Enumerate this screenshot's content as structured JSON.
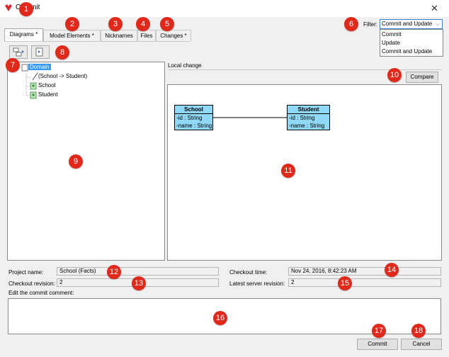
{
  "window": {
    "title": "Commit"
  },
  "tabs": [
    {
      "label": "Diagrams *"
    },
    {
      "label": "Model Elements *"
    },
    {
      "label": "Nicknames"
    },
    {
      "label": "Files"
    },
    {
      "label": "Changes *"
    }
  ],
  "filter": {
    "label": "Filter:",
    "value": "Commit and Update",
    "options": [
      "Commit",
      "Update",
      "Commit and Update"
    ]
  },
  "tree": {
    "root": "Domain",
    "children": [
      "(School -> Student)",
      "School",
      "Student"
    ]
  },
  "right_panel": {
    "header": "Local change",
    "compare_label": "Compare"
  },
  "diagram": {
    "classes": [
      {
        "name": "School",
        "attrs": [
          "-id : String",
          "-name : String"
        ]
      },
      {
        "name": "Student",
        "attrs": [
          "-id : String",
          "-name : String"
        ]
      }
    ]
  },
  "info": {
    "project_name_label": "Project name:",
    "project_name": "School (Facts)",
    "checkout_revision_label": "Checkout revision:",
    "checkout_revision": "2",
    "checkout_time_label": "Checkout time:",
    "checkout_time": "Nov 24, 2016, 8:42:23 AM",
    "latest_revision_label": "Latest server revision:",
    "latest_revision": "2"
  },
  "comment": {
    "label": "Edit the commit comment:",
    "value": ""
  },
  "buttons": {
    "commit": "Commit",
    "cancel": "Cancel"
  },
  "callouts": [
    "1",
    "2",
    "3",
    "4",
    "5",
    "6",
    "7",
    "8",
    "9",
    "10",
    "11",
    "12",
    "13",
    "14",
    "15",
    "16",
    "17",
    "18"
  ],
  "colors": {
    "callout": "#e0281b",
    "uml_fill": "#8fd8f6",
    "selection": "#3399ff"
  }
}
